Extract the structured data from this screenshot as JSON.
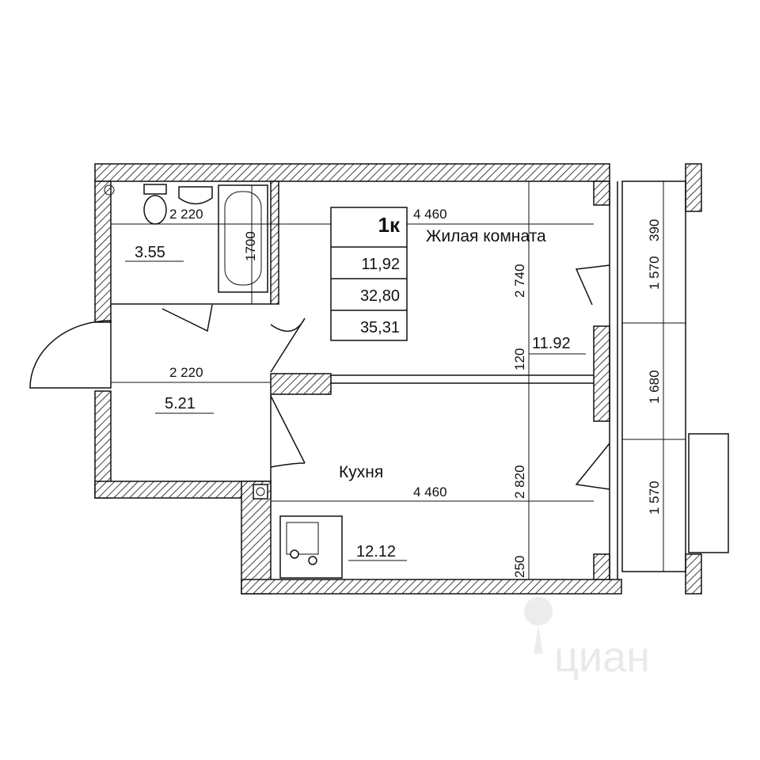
{
  "info_table": {
    "type": "1к",
    "living_area": "11,92",
    "total_area": "32,80",
    "total_area_with_balcony": "35,31"
  },
  "rooms": {
    "living_room": {
      "name": "Жилая комната",
      "area": "11.92"
    },
    "kitchen": {
      "name": "Кухня",
      "area": "12.12"
    },
    "bathroom": {
      "area": "3.55"
    },
    "hallway": {
      "area": "5.21"
    }
  },
  "dimensions": {
    "bath_width": "2 220",
    "bath_tub": "1700",
    "living_width": "4 460",
    "living_depth": "2 740",
    "partition": "120",
    "hall_width": "2 220",
    "kitchen_width": "4 460",
    "kitchen_depth": "2 820",
    "kitchen_offset": "250",
    "balcony_top": "1 570",
    "balcony_top_small": "390",
    "balcony_mid": "1 680",
    "balcony_bottom": "1 570"
  },
  "watermark": "циан"
}
